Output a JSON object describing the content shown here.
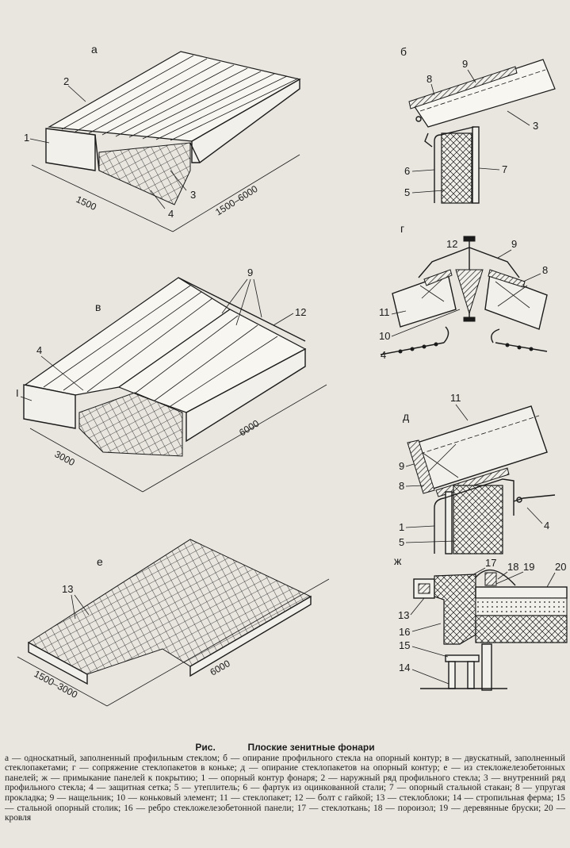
{
  "panels": {
    "a": "а",
    "b": "б",
    "v": "в",
    "g": "г",
    "d": "д",
    "e": "е",
    "zh": "ж"
  },
  "dims": {
    "a_width": "1500",
    "a_length": "1500–6000",
    "v_width": "3000",
    "v_length": "6000",
    "e_width": "1500–3000",
    "e_length": "6000"
  },
  "labels": {
    "n1": "1",
    "n2": "2",
    "n3": "3",
    "n4": "4",
    "n5": "5",
    "n6": "6",
    "n7": "7",
    "n8": "8",
    "n9": "9",
    "n10": "10",
    "n11": "11",
    "n12": "12",
    "n13": "13",
    "n14": "14",
    "n15": "15",
    "n16": "16",
    "n17": "17",
    "n18": "18",
    "n19": "19",
    "n20": "20",
    "n1_roman": "I"
  },
  "caption": {
    "prefix": "Рис.",
    "title": "Плоские зенитные фонари",
    "body": "а — односкатный, заполненный профильным стеклом; б — опирание профильного стекла на опорный контур; в — двускатный, заполненный стеклопакетами; г — сопряжение стеклопакетов в коньке; д — опирание стеклопакетов на опорный контур; е — из стекложелезобетонных панелей; ж — примыкание панелей к покрытию; 1 — опорный контур фонаря; 2 — наружный ряд профильного стекла; 3 — внутренний ряд профильного стекла; 4 — защитная сетка; 5 — утеплитель; 6 — фартук из оцинкованной стали; 7 — опорный стальной стакан; 8 — упругая прокладка; 9 — нащельник; 10 — коньковый элемент; 11 — стеклопакет; 12 — болт с гайкой; 13 — стеклоблоки; 14 — стропильная ферма; 15 — стальной опорный столик; 16 — ребро стекложелезобетонной панели; 17 — стеклоткань; 18 — пороизол; 19 — деревянные бруски; 20 — кровля"
  }
}
